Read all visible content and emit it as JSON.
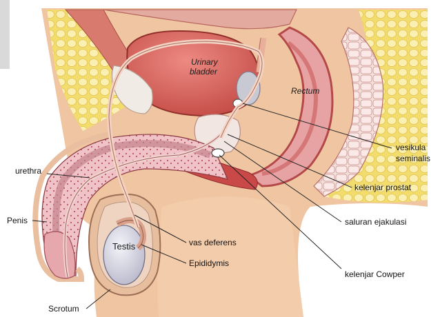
{
  "labels": {
    "urinary_bladder_line1": "Urinary",
    "urinary_bladder_line2": "bladder",
    "rectum": "Rectum",
    "vesikula_line1": "vesikula",
    "vesikula_line2": "seminalis",
    "urethra": "urethra",
    "kelenjar_prostat": "kelenjar prostat",
    "penis": "Penis",
    "saluran_ejakulasi": "saluran ejakulasi",
    "testis": "Testis",
    "vas_deferens": "vas deferens",
    "epididymis": "Epididymis",
    "kelenjar_cowper": "kelenjar Cowper",
    "scrotum": "Scrotum"
  },
  "colors": {
    "skin": "#f0c6a2",
    "skin_dark": "#d9a07c",
    "fat": "#f4e27a",
    "fat_cell": "#fbf1b5",
    "muscle": "#cc4a4a",
    "bladder": "#d9625a",
    "bone": "#efd9d6",
    "tissue_pink": "#e7b8be",
    "testis": "#dcdcea",
    "duct": "#f2c4b6"
  }
}
